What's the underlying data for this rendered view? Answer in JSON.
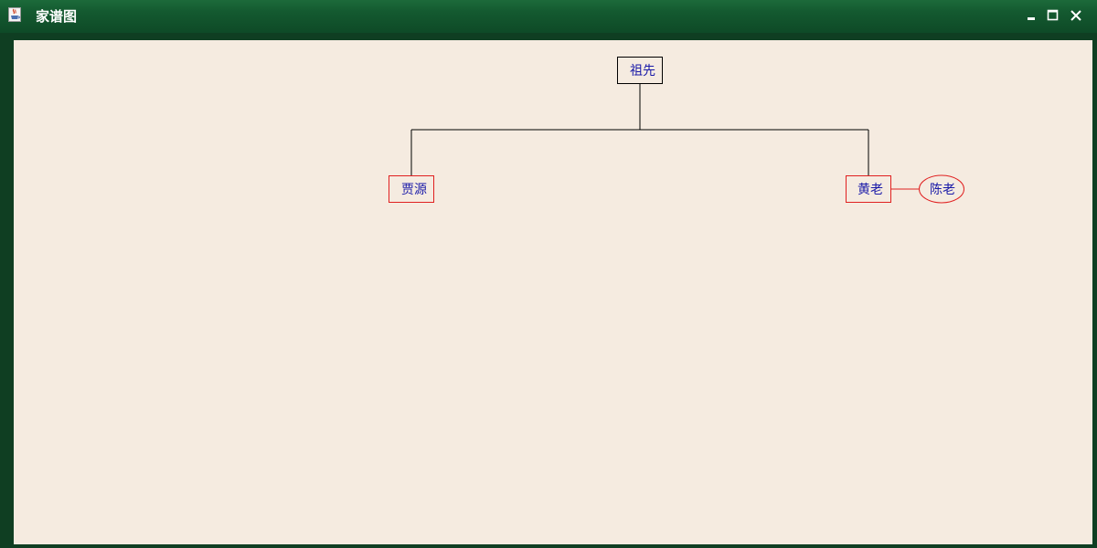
{
  "window": {
    "title": "家谱图"
  },
  "colors": {
    "title_bar": "#145a30",
    "frame": "#0f3e22",
    "canvas_background": "#f5ebe0",
    "root_border": "#000000",
    "member_border": "#e02020",
    "spouse_border": "#e02020",
    "label_text": "#1a1aa8",
    "connector_line": "#000000",
    "marriage_line": "#e02020"
  },
  "icons": {
    "app": "java-cup-icon",
    "minimize": "minimize-icon",
    "maximize": "maximize-icon",
    "close": "close-icon"
  },
  "family_tree": {
    "root": {
      "name": "祖先"
    },
    "children": [
      {
        "name": "贾源"
      },
      {
        "name": "黄老",
        "spouse": "陈老"
      }
    ]
  }
}
